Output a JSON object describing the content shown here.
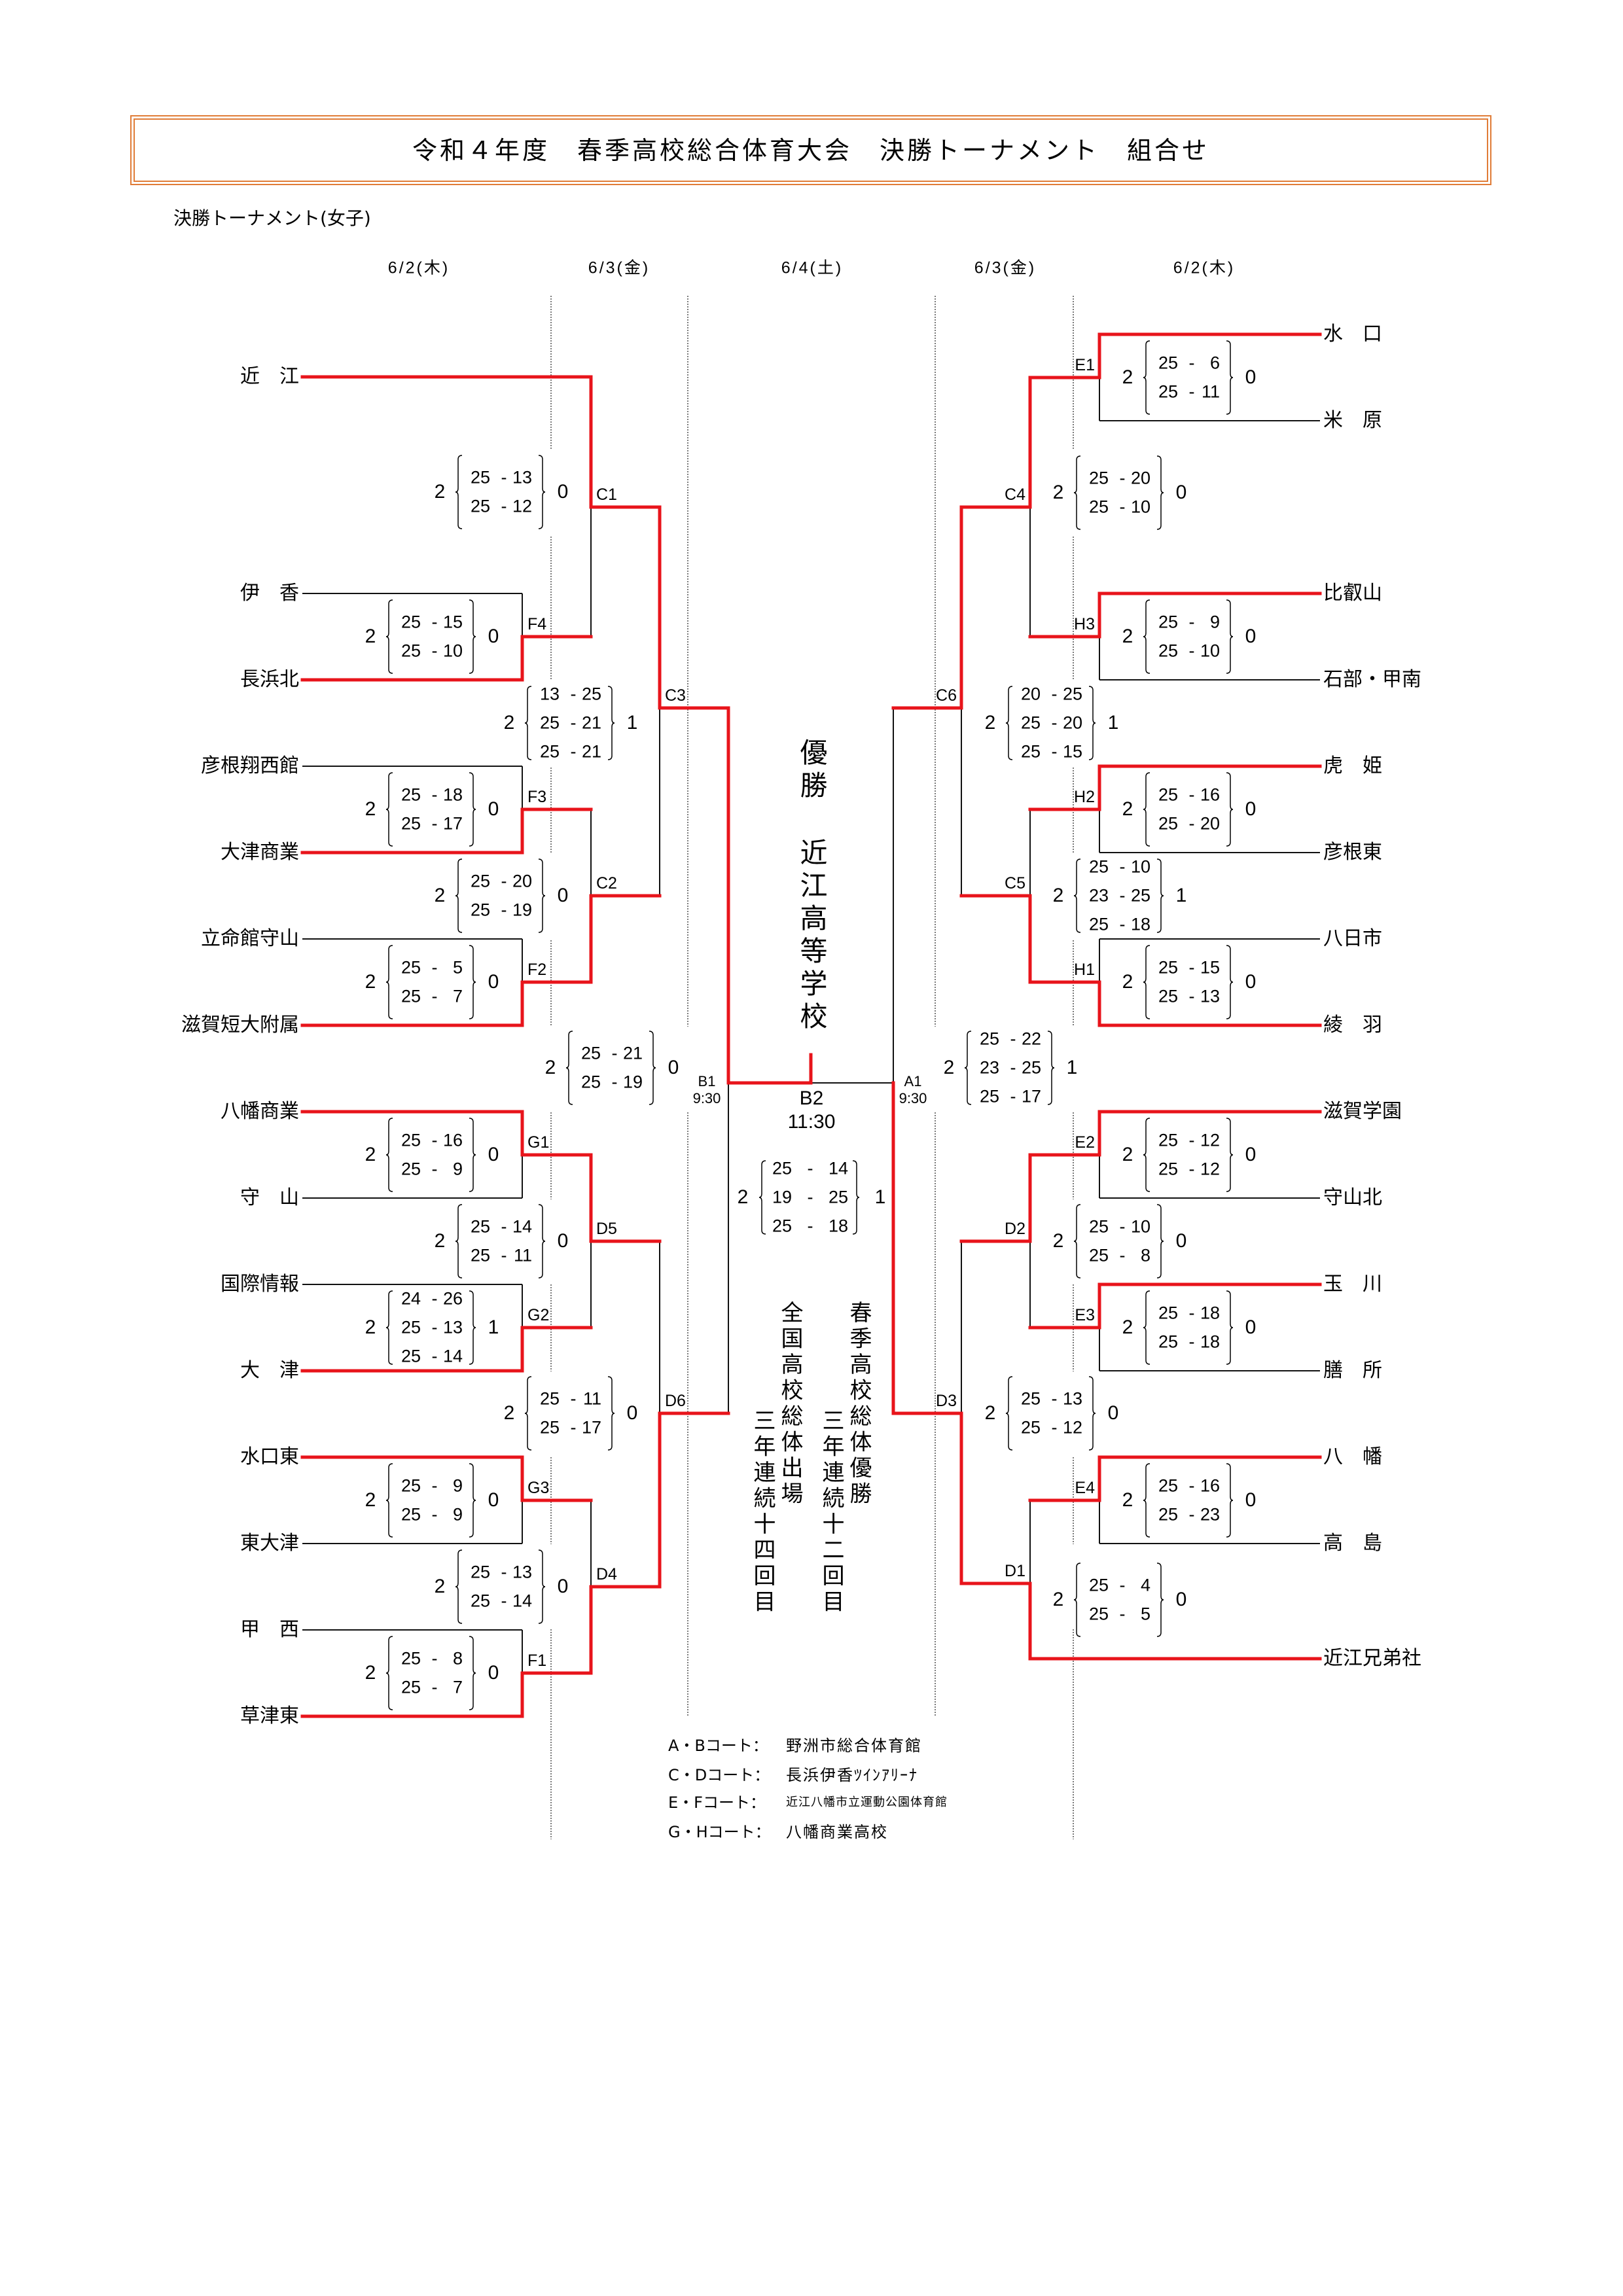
{
  "document": {
    "title": "令和４年度　春季高校総合体育大会　決勝トーナメント　組合せ",
    "section_heading": "決勝トーナメント(女子)"
  },
  "dates": [
    "6/2(木)",
    "6/3(金)",
    "6/4(土)",
    "6/3(金)",
    "6/2(木)"
  ],
  "colors": {
    "winner_line": "#e8141b",
    "loser_line": "#111111",
    "grid_line": "#7a7a7a",
    "title_border": "#e07c37"
  },
  "labels": {
    "score_separator": "-"
  },
  "teams": {
    "left": [
      "近　江",
      "伊　香",
      "長浜北",
      "彦根翔西館",
      "大津商業",
      "立命館守山",
      "滋賀短大附属",
      "八幡商業",
      "守　山",
      "国際情報",
      "大　津",
      "水口東",
      "東大津",
      "甲　西",
      "草津東"
    ],
    "right": [
      "水　口",
      "米　原",
      "比叡山",
      "石部・甲南",
      "虎　姫",
      "彦根東",
      "八日市",
      "綾　羽",
      "滋賀学園",
      "守山北",
      "玉　川",
      "膳　所",
      "八　幡",
      "高　島",
      "近江兄弟社"
    ]
  },
  "matches": [
    {
      "label": "F4",
      "winner": "bottom",
      "sets": [
        2,
        0
      ],
      "scores": [
        [
          25,
          15
        ],
        [
          25,
          10
        ]
      ]
    },
    {
      "label": "F3",
      "winner": "bottom",
      "sets": [
        2,
        0
      ],
      "scores": [
        [
          25,
          18
        ],
        [
          25,
          17
        ]
      ]
    },
    {
      "label": "F2",
      "winner": "bottom",
      "sets": [
        2,
        0
      ],
      "scores": [
        [
          25,
          5
        ],
        [
          25,
          7
        ]
      ]
    },
    {
      "label": "G1",
      "winner": "top",
      "sets": [
        2,
        0
      ],
      "scores": [
        [
          25,
          16
        ],
        [
          25,
          9
        ]
      ]
    },
    {
      "label": "G2",
      "winner": "bottom",
      "sets": [
        2,
        1
      ],
      "scores": [
        [
          24,
          26
        ],
        [
          25,
          13
        ],
        [
          25,
          14
        ]
      ]
    },
    {
      "label": "G3",
      "winner": "top",
      "sets": [
        2,
        0
      ],
      "scores": [
        [
          25,
          9
        ],
        [
          25,
          9
        ]
      ]
    },
    {
      "label": "F1",
      "winner": "bottom",
      "sets": [
        2,
        0
      ],
      "scores": [
        [
          25,
          8
        ],
        [
          25,
          7
        ]
      ]
    },
    {
      "label": "C1",
      "winner": "top",
      "sets": [
        2,
        0
      ],
      "scores": [
        [
          25,
          13
        ],
        [
          25,
          12
        ]
      ]
    },
    {
      "label": "C2",
      "winner": "bottom",
      "sets": [
        2,
        0
      ],
      "scores": [
        [
          25,
          20
        ],
        [
          25,
          19
        ]
      ]
    },
    {
      "label": "D5",
      "winner": "top",
      "sets": [
        2,
        0
      ],
      "scores": [
        [
          25,
          14
        ],
        [
          25,
          11
        ]
      ]
    },
    {
      "label": "D4",
      "winner": "bottom",
      "sets": [
        2,
        0
      ],
      "scores": [
        [
          25,
          13
        ],
        [
          25,
          14
        ]
      ]
    },
    {
      "label": "C3",
      "winner": "top",
      "sets": [
        2,
        1
      ],
      "scores": [
        [
          13,
          25
        ],
        [
          25,
          21
        ],
        [
          25,
          21
        ]
      ]
    },
    {
      "label": "D6",
      "winner": "bottom",
      "sets": [
        2,
        0
      ],
      "scores": [
        [
          25,
          11
        ],
        [
          25,
          17
        ]
      ]
    },
    {
      "label": "B1",
      "time": "9:30",
      "winner": "top",
      "sets": [
        2,
        0
      ],
      "scores": [
        [
          25,
          21
        ],
        [
          25,
          19
        ]
      ]
    },
    {
      "label": "E1",
      "winner": "top",
      "sets": [
        2,
        0
      ],
      "scores": [
        [
          25,
          6
        ],
        [
          25,
          11
        ]
      ]
    },
    {
      "label": "H3",
      "winner": "top",
      "sets": [
        2,
        0
      ],
      "scores": [
        [
          25,
          9
        ],
        [
          25,
          10
        ]
      ]
    },
    {
      "label": "H2",
      "winner": "top",
      "sets": [
        2,
        0
      ],
      "scores": [
        [
          25,
          16
        ],
        [
          25,
          20
        ]
      ]
    },
    {
      "label": "H1",
      "winner": "bottom",
      "sets": [
        2,
        0
      ],
      "scores": [
        [
          25,
          15
        ],
        [
          25,
          13
        ]
      ]
    },
    {
      "label": "E2",
      "winner": "top",
      "sets": [
        2,
        0
      ],
      "scores": [
        [
          25,
          12
        ],
        [
          25,
          12
        ]
      ]
    },
    {
      "label": "E3",
      "winner": "top",
      "sets": [
        2,
        0
      ],
      "scores": [
        [
          25,
          18
        ],
        [
          25,
          18
        ]
      ]
    },
    {
      "label": "E4",
      "winner": "top",
      "sets": [
        2,
        0
      ],
      "scores": [
        [
          25,
          16
        ],
        [
          25,
          23
        ]
      ]
    },
    {
      "label": "C4",
      "winner": "top",
      "sets": [
        2,
        0
      ],
      "scores": [
        [
          25,
          20
        ],
        [
          25,
          10
        ]
      ]
    },
    {
      "label": "C5",
      "winner": "bottom",
      "sets": [
        2,
        1
      ],
      "scores": [
        [
          25,
          10
        ],
        [
          23,
          25
        ],
        [
          25,
          18
        ]
      ]
    },
    {
      "label": "D2",
      "winner": "top",
      "sets": [
        2,
        0
      ],
      "scores": [
        [
          25,
          10
        ],
        [
          25,
          8
        ]
      ]
    },
    {
      "label": "D1",
      "winner": "bottom",
      "sets": [
        2,
        0
      ],
      "scores": [
        [
          25,
          4
        ],
        [
          25,
          5
        ]
      ]
    },
    {
      "label": "C6",
      "winner": "top",
      "sets": [
        2,
        1
      ],
      "scores": [
        [
          20,
          25
        ],
        [
          25,
          20
        ],
        [
          25,
          15
        ]
      ]
    },
    {
      "label": "D3",
      "winner": "bottom",
      "sets": [
        2,
        0
      ],
      "scores": [
        [
          25,
          13
        ],
        [
          25,
          12
        ]
      ]
    },
    {
      "label": "A1",
      "time": "9:30",
      "winner": "bottom",
      "sets": [
        2,
        1
      ],
      "scores": [
        [
          25,
          22
        ],
        [
          23,
          25
        ],
        [
          25,
          17
        ]
      ]
    }
  ],
  "final": {
    "label": "B2",
    "time": "11:30",
    "winner": "top",
    "sets": [
      2,
      1
    ],
    "scores": [
      [
        25,
        14
      ],
      [
        19,
        25
      ],
      [
        25,
        18
      ]
    ]
  },
  "champion": {
    "title": "優勝",
    "school": "近江高等学校"
  },
  "notes": {
    "spring_title": "春季高校総体優勝",
    "spring_streak": "三年連続十二回目",
    "national_title": "全国高校総体出場",
    "national_streak": "三年連続十四回目"
  },
  "court_legend": [
    {
      "courts": "A・Bコート：",
      "venue": "野洲市総合体育館"
    },
    {
      "courts": "C・Dコート：",
      "venue": "長浜伊香ﾂｲﾝｱﾘｰﾅ"
    },
    {
      "courts": "E・Fコート：",
      "venue": "近江八幡市立運動公園体育館"
    },
    {
      "courts": "G・Hコート：",
      "venue": "八幡商業高校"
    }
  ]
}
